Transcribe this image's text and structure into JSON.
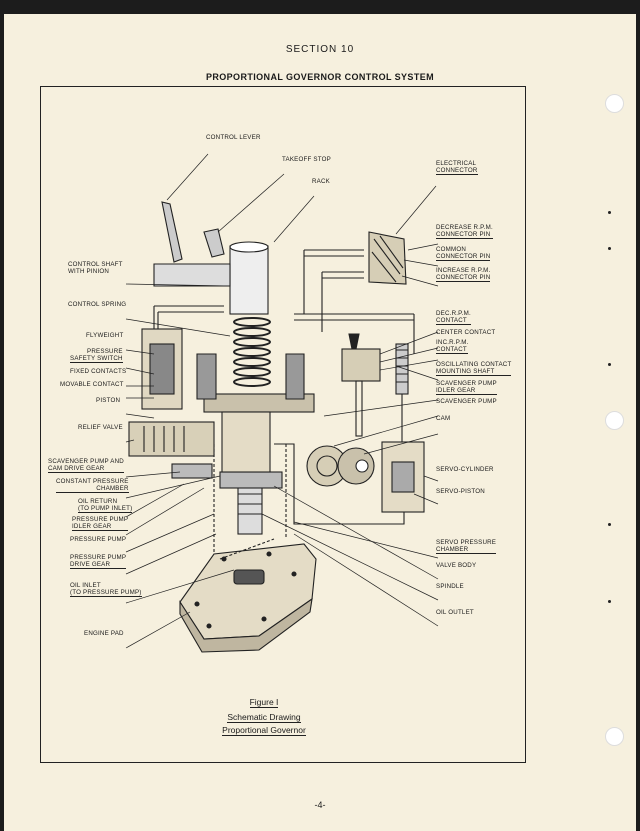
{
  "header": {
    "section": "SECTION 10",
    "title": "PROPORTIONAL GOVERNOR CONTROL SYSTEM"
  },
  "labels": {
    "control_lever": "Control lever",
    "takeoff_stop": "Takeoff stop",
    "rack": "Rack",
    "electrical_connector_1": "Electrical",
    "electrical_connector_2": "connector",
    "decrease_rpm_1": "Decrease R.P.M.",
    "decrease_rpm_2": "connector pin",
    "common_1": "Common",
    "common_2": "connector pin",
    "increase_rpm_1": "Increase R.P.M.",
    "increase_rpm_2": "connector pin",
    "control_shaft_1": "Control shaft",
    "control_shaft_2": "with pinion",
    "control_spring": "Control spring",
    "dec_rpm_contact_1": "Dec.R.P.M.",
    "dec_rpm_contact_2": "contact",
    "center_contact": "Center contact",
    "inc_rpm_contact_1": "Inc.R.P.M.",
    "inc_rpm_contact_2": "contact",
    "flyweight": "Flyweight",
    "pressure_safety_1": "Pressure",
    "pressure_safety_2": "safety switch",
    "fixed_contacts": "Fixed contacts",
    "oscillating_1": "Oscillating contact",
    "oscillating_2": "mounting shaft",
    "movable_contact": "Movable contact",
    "scavenger_idler_1": "Scavenger pump",
    "scavenger_idler_2": "idler gear",
    "piston": "Piston",
    "scavenger_pump": "Scavenger pump",
    "cam": "Cam",
    "relief_valve": "Relief valve",
    "scav_drive_1": "Scavenger pump and",
    "scav_drive_2": "cam drive gear",
    "const_pressure_1": "Constant pressure",
    "const_pressure_2": "chamber",
    "servo_cylinder": "Servo-cylinder",
    "oil_return_1": "Oil return",
    "oil_return_2": "(to pump inlet)",
    "servo_piston": "Servo-piston",
    "pp_idler_1": "Pressure pump",
    "pp_idler_2": "idler gear",
    "pressure_pump": "Pressure pump",
    "servo_chamber_1": "Servo pressure",
    "servo_chamber_2": "chamber",
    "pp_drive_1": "Pressure pump",
    "pp_drive_2": "drive gear",
    "valve_body": "Valve body",
    "oil_inlet_1": "Oil inlet",
    "oil_inlet_2": "(to pressure pump)",
    "spindle": "Spindle",
    "oil_outlet": "Oil outlet",
    "engine_pad": "Engine pad"
  },
  "caption": {
    "line1": "Figure I",
    "line2": "Schematic Drawing",
    "line3": "Proportional Governor"
  },
  "page_number": "-4-"
}
